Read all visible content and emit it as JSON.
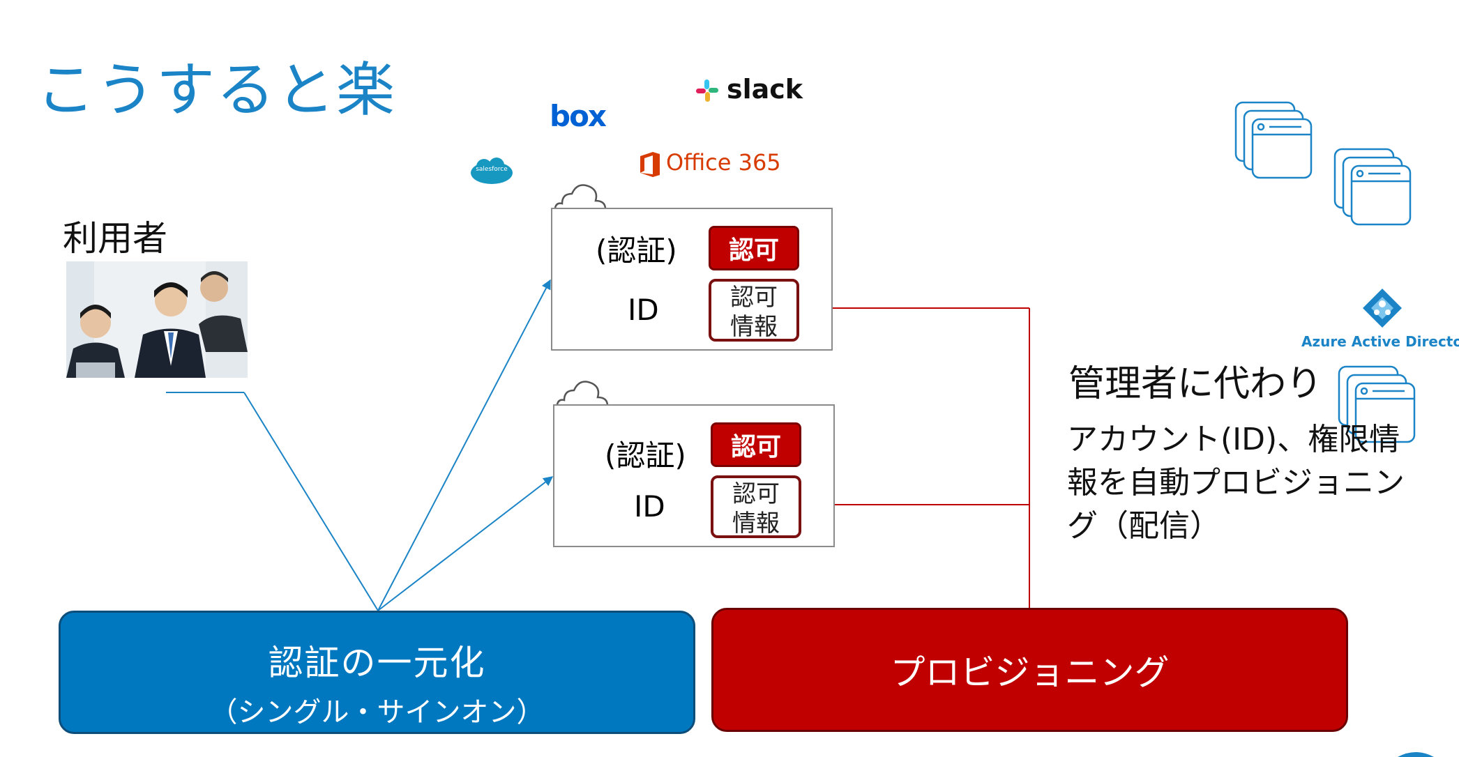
{
  "title": "こうすると楽",
  "user_label": "利用者",
  "logos": {
    "slack": "slack",
    "box": "box",
    "office365": "Office 365",
    "salesforce": "salesforce",
    "azure_ad": "Azure Active Directory"
  },
  "service_1": {
    "auth_label": "(認証)",
    "id_label": "ID",
    "authz_label": "認可",
    "authz_info_label": "認可\n情報"
  },
  "service_2": {
    "auth_label": "(認証)",
    "id_label": "ID",
    "authz_label": "認可",
    "authz_info_label": "認可\n情報"
  },
  "admin": {
    "label": "管理者に代わり",
    "description": "アカウント(ID)、権限情報を自動プロビジョニング（配信）"
  },
  "sso": {
    "title": "認証の一元化",
    "subtitle": "（シングル・サインオン）"
  },
  "provisioning": {
    "label": "プロビジョニング"
  },
  "colors": {
    "blue": "#0078c0",
    "red": "#c00000",
    "title_blue": "#1a84c7"
  }
}
